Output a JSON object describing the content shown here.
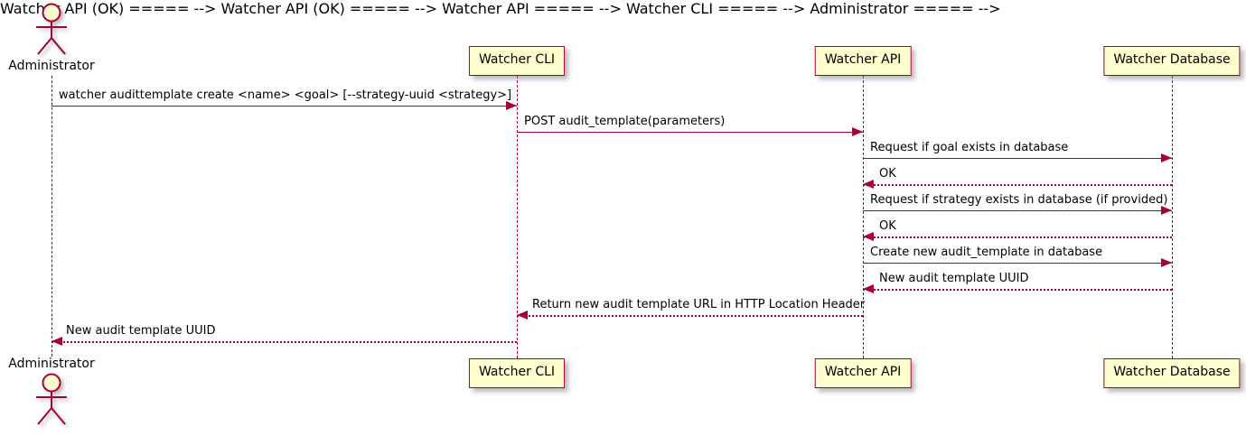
{
  "diagram": {
    "type": "uml-sequence",
    "colors": {
      "line": "#A80036",
      "fill": "#FEFECE",
      "text": "#000000",
      "background": "#FFFFFF"
    },
    "actor": {
      "name": "Administrator"
    },
    "participants": [
      {
        "label": "Watcher CLI"
      },
      {
        "label": "Watcher API"
      },
      {
        "label": "Watcher Database"
      }
    ],
    "messages": [
      {
        "from": "Administrator",
        "to": "Watcher CLI",
        "style": "solid",
        "text": "watcher audittemplate create <name> <goal> [--strategy-uuid <strategy>]"
      },
      {
        "from": "Watcher CLI",
        "to": "Watcher API",
        "style": "solid",
        "text": "POST audit_template(parameters)"
      },
      {
        "from": "Watcher API",
        "to": "Watcher Database",
        "style": "solid",
        "text": "Request if goal exists in database"
      },
      {
        "from": "Watcher Database",
        "to": "Watcher API",
        "style": "reply",
        "text": "OK"
      },
      {
        "from": "Watcher API",
        "to": "Watcher Database",
        "style": "solid",
        "text": "Request if strategy exists in database (if provided)"
      },
      {
        "from": "Watcher Database",
        "to": "Watcher API",
        "style": "reply",
        "text": "OK"
      },
      {
        "from": "Watcher API",
        "to": "Watcher Database",
        "style": "solid",
        "text": "Create new audit_template in database"
      },
      {
        "from": "Watcher Database",
        "to": "Watcher API",
        "style": "reply",
        "text": "New audit template UUID"
      },
      {
        "from": "Watcher API",
        "to": "Watcher CLI",
        "style": "reply",
        "text": "Return new audit template URL in HTTP Location Header"
      },
      {
        "from": "Watcher CLI",
        "to": "Administrator",
        "style": "reply",
        "text": "New audit template UUID"
      }
    ]
  }
}
